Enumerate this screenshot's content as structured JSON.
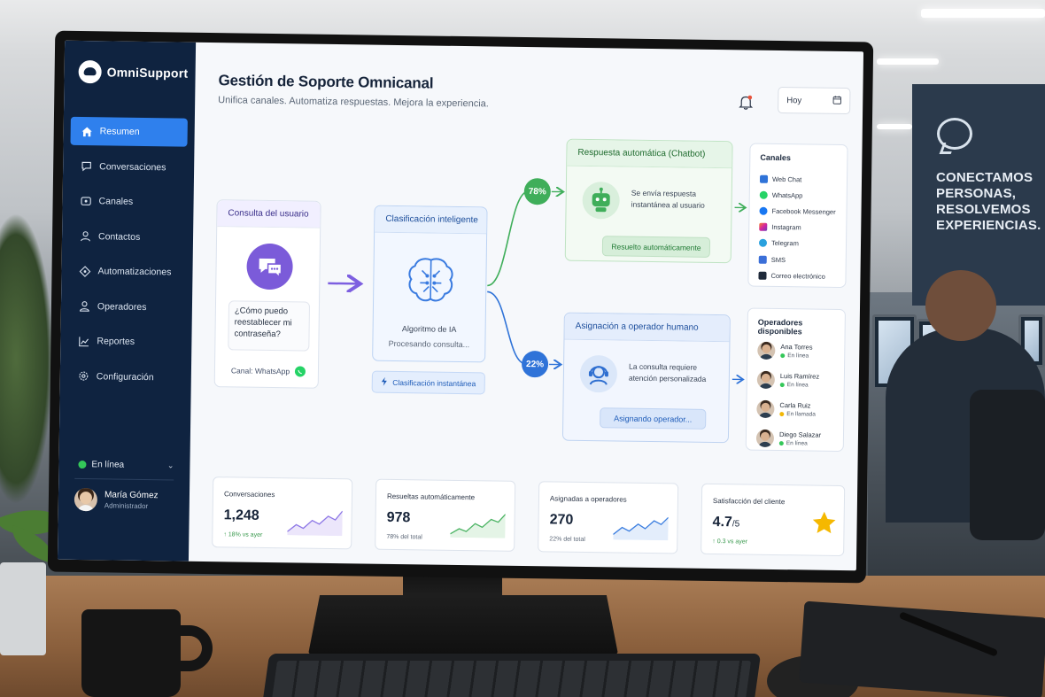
{
  "app": {
    "name": "OmniSupport"
  },
  "sidebar": {
    "items": [
      {
        "label": "Resumen",
        "icon": "home-icon",
        "active": true
      },
      {
        "label": "Conversaciones",
        "icon": "chat-bubble-icon"
      },
      {
        "label": "Canales",
        "icon": "channels-icon"
      },
      {
        "label": "Contactos",
        "icon": "person-icon"
      },
      {
        "label": "Automatizaciones",
        "icon": "automation-icon"
      },
      {
        "label": "Operadores",
        "icon": "operator-icon"
      },
      {
        "label": "Reportes",
        "icon": "chart-icon"
      },
      {
        "label": "Configuración",
        "icon": "gear-icon"
      }
    ],
    "status": {
      "label": "En línea",
      "color": "#34c759"
    },
    "user": {
      "name": "María Gómez",
      "role": "Administrador"
    }
  },
  "header": {
    "title": "Gestión de Soporte Omnicanal",
    "subtitle": "Unifica canales. Automatiza respuestas. Mejora la experiencia.",
    "date_filter": "Hoy"
  },
  "flow": {
    "user_query": {
      "title": "Consulta del usuario",
      "question": "¿Cómo puedo reestablecer mi contraseña?",
      "channel": "Canal: WhatsApp"
    },
    "classification": {
      "title": "Clasificación inteligente",
      "algorithm": "Algoritmo de IA",
      "processing": "Procesando consulta...",
      "pill": "Clasificación instantánea"
    },
    "chatbot": {
      "percent": "78%",
      "title": "Respuesta automática (Chatbot)",
      "message": "Se envía respuesta instantánea al usuario",
      "pill": "Resuelto automáticamente"
    },
    "human": {
      "percent": "22%",
      "title": "Asignación a operador humano",
      "message": "La consulta requiere atención personalizada",
      "pill": "Asignando operador..."
    }
  },
  "channels": {
    "title": "Canales",
    "items": [
      {
        "label": "Web Chat",
        "color": "#2f73d8"
      },
      {
        "label": "WhatsApp",
        "color": "#25d366"
      },
      {
        "label": "Facebook Messenger",
        "color": "#1877f2"
      },
      {
        "label": "Instagram",
        "color": "#d6249f"
      },
      {
        "label": "Telegram",
        "color": "#2aa1de"
      },
      {
        "label": "SMS",
        "color": "#3b6fd8"
      },
      {
        "label": "Correo electrónico",
        "color": "#1f2a3a"
      }
    ]
  },
  "operators": {
    "title": "Operadores disponibles",
    "items": [
      {
        "name": "Ana Torres",
        "status": "En línea",
        "color": "#34c759"
      },
      {
        "name": "Luis Ramírez",
        "status": "En línea",
        "color": "#34c759"
      },
      {
        "name": "Carla Ruiz",
        "status": "En llamada",
        "color": "#f2b705"
      },
      {
        "name": "Diego Salazar",
        "status": "En línea",
        "color": "#34c759"
      }
    ]
  },
  "kpis": [
    {
      "label": "Conversaciones",
      "value": "1,248",
      "sub": "↑ 18% vs ayer",
      "color": "#8e78e6"
    },
    {
      "label": "Resueltas automáticamente",
      "value": "978",
      "sub": "78% del total",
      "color": "#4cb464"
    },
    {
      "label": "Asignadas a operadores",
      "value": "270",
      "sub": "22% del total",
      "color": "#3d7fe0"
    },
    {
      "label": "Satisfacción del cliente",
      "value": "4.7",
      "value_suffix": "/5",
      "sub": "↑ 0.3 vs ayer",
      "color": "#f5b800"
    }
  ],
  "wall": {
    "slogan": "CONECTAMOS PERSONAS, RESOLVEMOS EXPERIENCIAS."
  }
}
